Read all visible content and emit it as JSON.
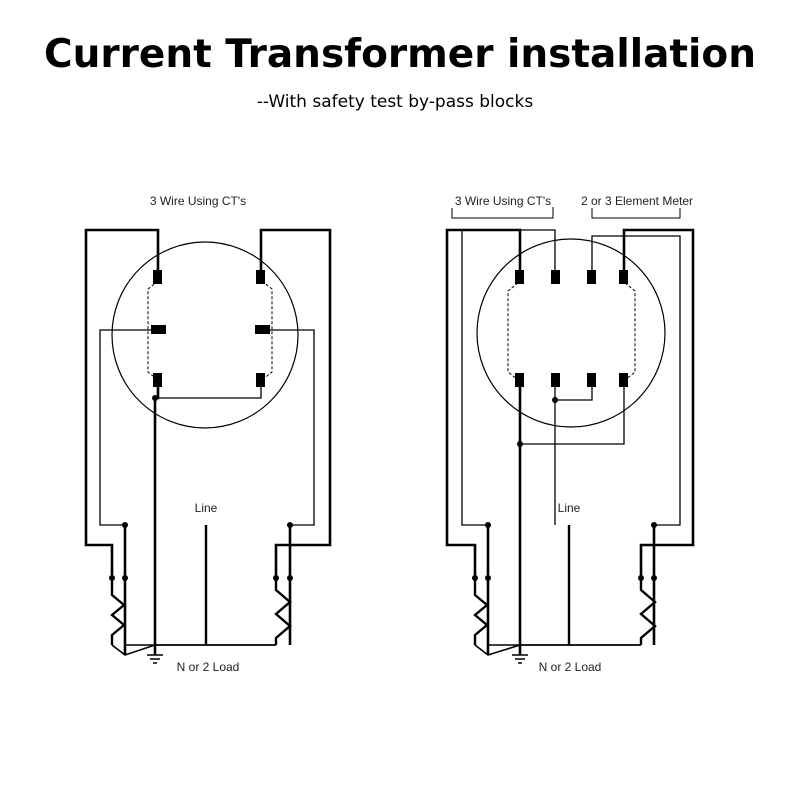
{
  "header": {
    "title": "Current Transformer installation",
    "subtitle": "--With safety test by-pass blocks"
  },
  "left_diagram": {
    "label_top": "3 Wire Using CT's",
    "label_line": "Line",
    "label_bottom": "N or 2 Load"
  },
  "right_diagram": {
    "label_top": "3 Wire Using CT's",
    "label_meter": "2 or 3 Element Meter",
    "label_line": "Line",
    "label_bottom": "N or 2 Load"
  },
  "colors": {
    "line": "#000000",
    "background": "#ffffff"
  }
}
